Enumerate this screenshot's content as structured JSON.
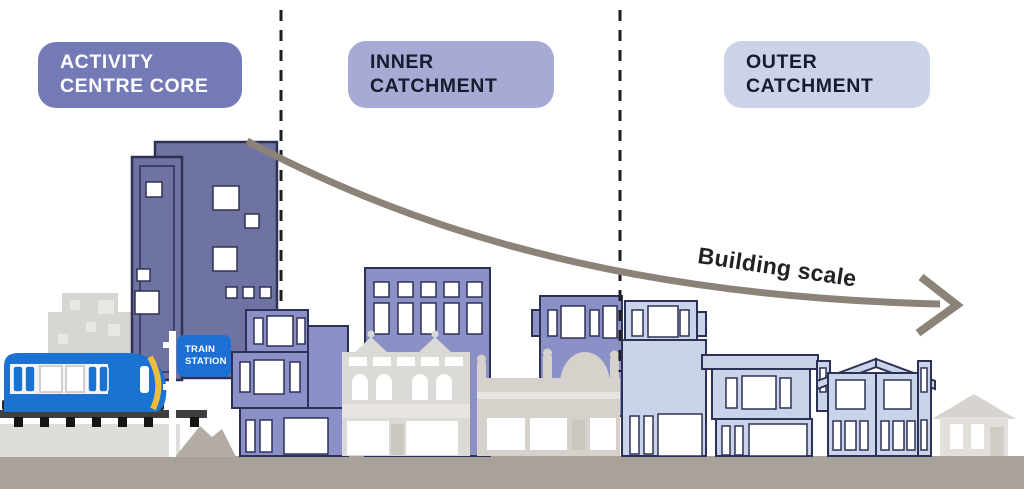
{
  "zones": [
    {
      "id": "activity-centre-core",
      "line1": "ACTIVITY",
      "line2": "CENTRE CORE"
    },
    {
      "id": "inner-catchment",
      "line1": "INNER",
      "line2": "CATCHMENT"
    },
    {
      "id": "outer-catchment",
      "line1": "OUTER",
      "line2": "CATCHMENT"
    }
  ],
  "arrow": {
    "label": "Building scale"
  },
  "station_sign": {
    "line1": "TRAIN",
    "line2": "STATION"
  },
  "colors": {
    "badge_core_bg": "#747ab6",
    "badge_core_text": "#ffffff",
    "badge_inner_bg": "#a6aad5",
    "badge_outer_bg": "#ccd3e8",
    "badge_dark_text": "#171b2e",
    "tower": "#6e73a2",
    "outline": "#2e3156",
    "mid_blue": "#8b91c6",
    "light_blue": "#c9d3e9",
    "gray_building": "#dcdad6",
    "beige_building": "#d6d2cb",
    "beige_detail": "#e8e5e0",
    "door_beige": "#ccc8c1",
    "bg_city": "#d8d6d2",
    "bg_city_window": "#e9e7e4",
    "ground": "#a8a29b",
    "platform": "#dfddd9",
    "terrain": "#b2aca5",
    "house_gray": "#e3e0db",
    "house_roof": "#d7d3ce",
    "house_door": "#d0ccc6",
    "train_blue": "#1a73d0",
    "train_yellow": "#eebd40",
    "train_band": "#f4f4f2",
    "track": "#3f3f3f",
    "sleeper": "#151515",
    "undercarriage": "#23262b",
    "arrow": "#8b8278",
    "dash": "#1d1d1d",
    "sign_bg": "#1d6fd3",
    "sign_text": "#ffffff",
    "window_white": "#ffffff"
  }
}
